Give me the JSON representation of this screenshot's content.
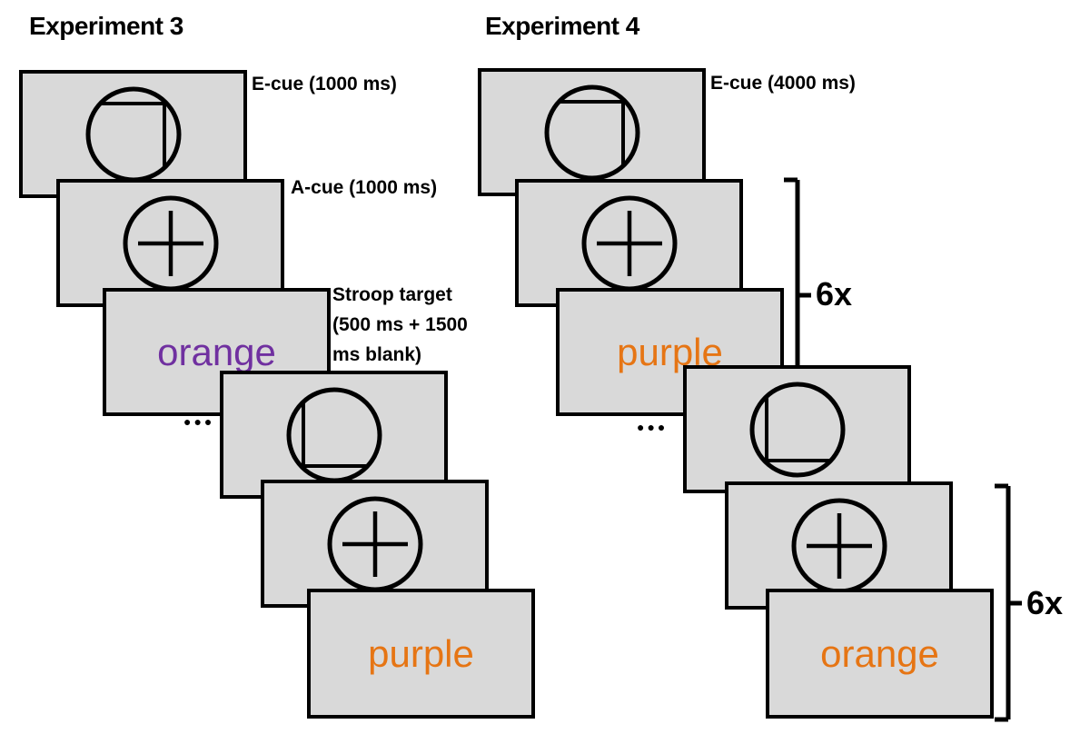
{
  "figure": {
    "description_left_column_title": "Experiment 3",
    "description_right_column_title": "Experiment 4"
  },
  "colors": {
    "background": "#FFFFFF",
    "panel_fill": "#D9D9D9",
    "panel_border": "#000000",
    "label_text": "#000000",
    "ink_purple": "#7030A0",
    "ink_orange": "#E67514"
  },
  "icons": {
    "e_cue_early": "circle-with-inscribed-square-top-right",
    "e_cue_late": "circle-with-inscribed-square-bottom-left",
    "a_cue": "circle-with-plus-fixation"
  },
  "experiment3": {
    "title": "Experiment 3",
    "e_cue_label": "E-cue (1000 ms)",
    "a_cue_label": "A-cue (1000 ms)",
    "stroop_label_line1": "Stroop target",
    "stroop_label_line2": "(500 ms + 1500",
    "stroop_label_line3": "ms blank)",
    "ellipsis": "●●●",
    "trial1_word": "orange",
    "trial1_ink": "#7030A0",
    "trial2_word": "purple",
    "trial2_ink": "#E67514"
  },
  "experiment4": {
    "title": "Experiment 4",
    "e_cue_label": "E-cue (4000 ms)",
    "ellipsis": "●●●",
    "trial1_word": "purple",
    "trial1_ink": "#E67514",
    "trial2_word": "orange",
    "trial2_ink": "#E67514",
    "block1_repeat_label": "6x",
    "block2_repeat_label": "6x"
  }
}
